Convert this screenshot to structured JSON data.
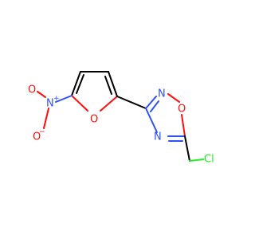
{
  "molecule": {
    "atoms": {
      "nitro_n": {
        "text": "N",
        "charge": "+",
        "color": "#3050f8"
      },
      "nitro_o_top": {
        "text": "O",
        "color": "#ff0d0d"
      },
      "nitro_o_bottom": {
        "text": "O",
        "charge": "−",
        "color": "#ff0d0d"
      },
      "furan_o": {
        "text": "O",
        "color": "#ff0d0d"
      },
      "oxadiazole_n2": {
        "text": "N",
        "color": "#3050f8"
      },
      "oxadiazole_o1": {
        "text": "O",
        "color": "#ff0d0d"
      },
      "oxadiazole_n4": {
        "text": "N",
        "color": "#3050f8"
      },
      "chlorine": {
        "text": "Cl",
        "color": "#1ff01f"
      }
    }
  }
}
